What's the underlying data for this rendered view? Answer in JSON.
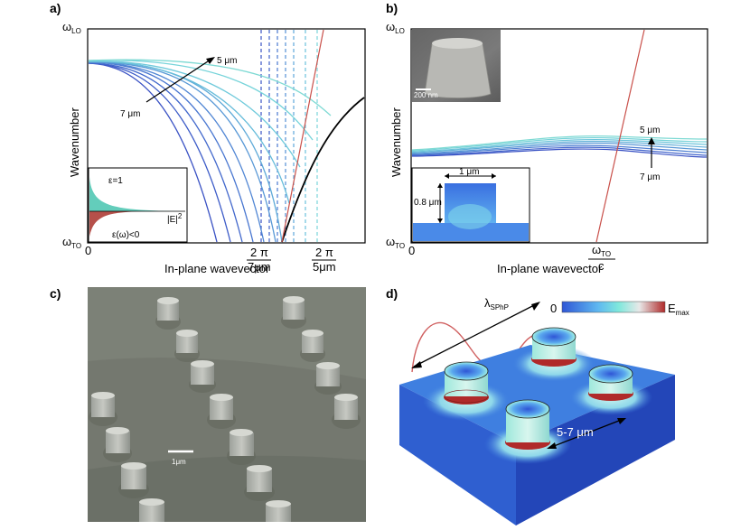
{
  "panels": {
    "a": {
      "label": "a)",
      "y_top_label": "ω",
      "y_top_sub": "LO",
      "y_bottom_label": "ω",
      "y_bottom_sub": "TO",
      "y_axis_label": "Wavenumber",
      "x_axis_label": "In-plane wavevector",
      "x_origin": "0",
      "tick1_num": "2 π",
      "tick1_den": "7μm",
      "tick2_num": "2 π",
      "tick2_den": "5μm",
      "arrow_end_label": "5 μm",
      "arrow_start_label": "7 μm",
      "inset_eps_pos": "ε=1",
      "inset_eps_neg": "ε(ω)<0",
      "inset_field": "|E|",
      "inset_field_sup": "2",
      "colors": {
        "dispersion_dark": "#3a52c4",
        "dispersion_light": "#7fdad4",
        "light_line": "#c9504a",
        "bulk": "#000000",
        "eps_pos": "#63cdbb",
        "eps_neg": "#b6504a"
      }
    },
    "b": {
      "label": "b)",
      "y_top_label": "ω",
      "y_top_sub": "LO",
      "y_bottom_label": "ω",
      "y_bottom_sub": "TO",
      "y_axis_label": "Wavenumber",
      "x_axis_label": "In-plane wavevector",
      "x_origin": "0",
      "tick_num": "ω",
      "tick_num_sub": "TO",
      "tick_den": "c",
      "arrow_top_label": "5 μm",
      "arrow_bottom_label": "7 μm",
      "sem_scale": "200 nm",
      "inset_width": "1 μm",
      "inset_height": "0.8 μm"
    },
    "c": {
      "label": "c)",
      "scale_bar": "1μm"
    },
    "d": {
      "label": "d)",
      "wavelength_symbol": "λ",
      "wavelength_sub": "SPhP",
      "colorbar_min": "0",
      "colorbar_max": "E",
      "colorbar_max_sub": "max",
      "spacing_label": "5-7 μm",
      "colors": {
        "substrate_top": "#3f7fe0",
        "substrate_front": "#2f5fd0",
        "substrate_right": "#2346b8",
        "wave": "#d06060"
      }
    }
  }
}
